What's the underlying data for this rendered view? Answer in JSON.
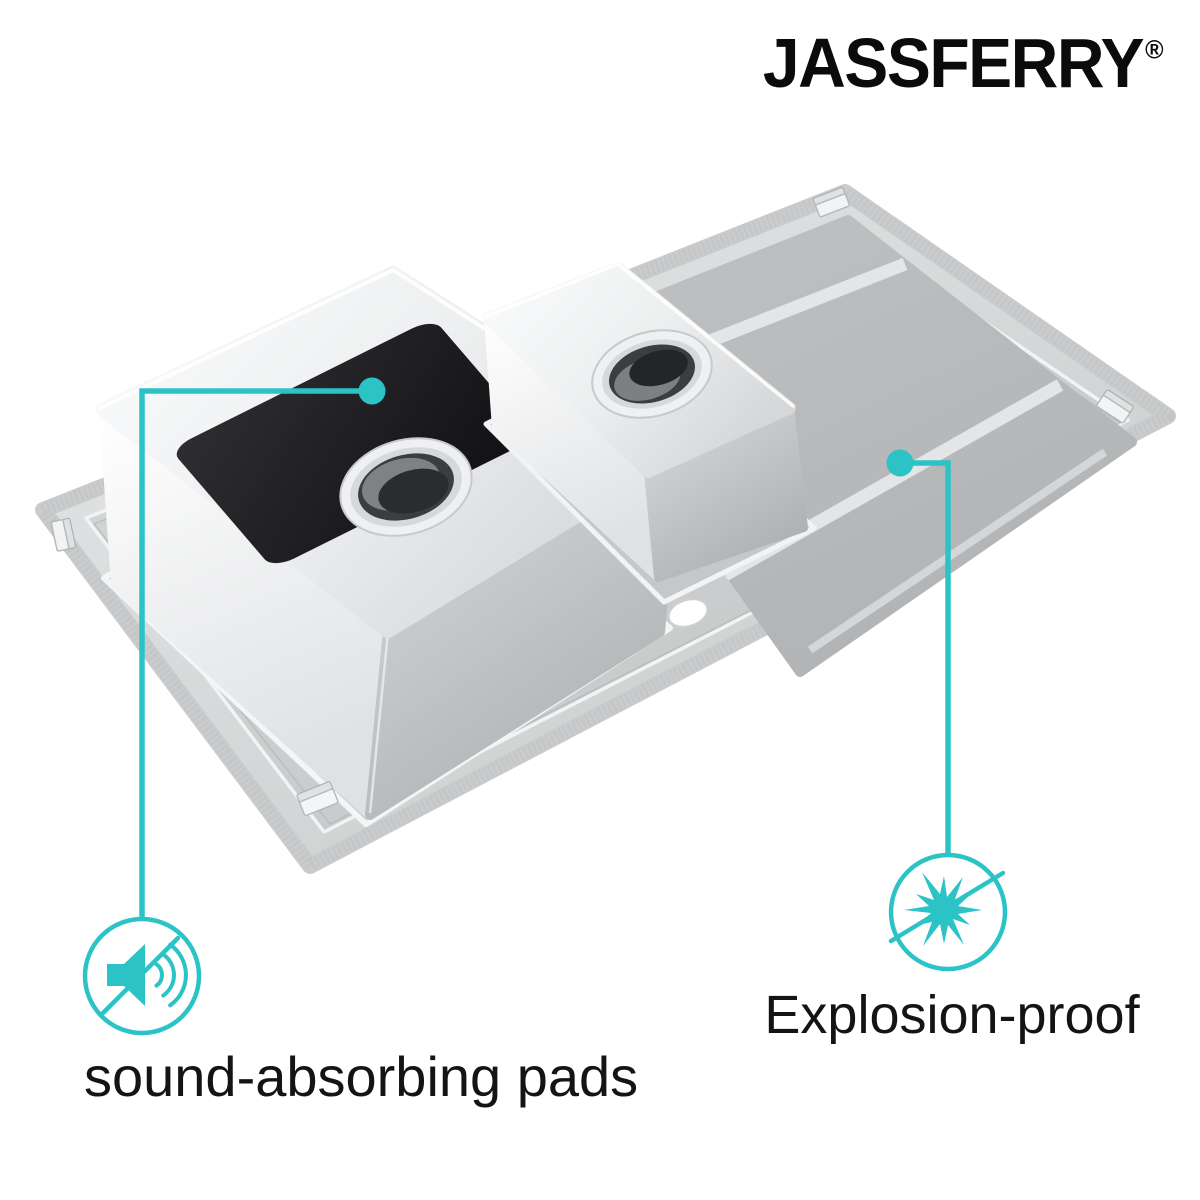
{
  "brand": {
    "logo": "JASSFERRY",
    "registered_mark": "®"
  },
  "callouts": {
    "sound": {
      "label": "sound-absorbing pads",
      "icon": "muted-speaker-icon"
    },
    "explosion": {
      "label": "Explosion-proof",
      "icon": "explosion-burst-icon"
    }
  },
  "figure": {
    "type": "annotated-product-illustration",
    "subject": "underside of stainless steel kitchen sink with large bowl, half bowl and drainer",
    "parts": [
      "sink-deck",
      "drainer-grooves",
      "large-bowl",
      "sound-absorbing-pad",
      "drain-hole-large",
      "drain-hole-small",
      "small-bowl",
      "tap-hole",
      "mounting-clips"
    ]
  },
  "colors": {
    "accent": "#2cc3c6",
    "text": "#141414",
    "logo": "#0b0b0b"
  }
}
